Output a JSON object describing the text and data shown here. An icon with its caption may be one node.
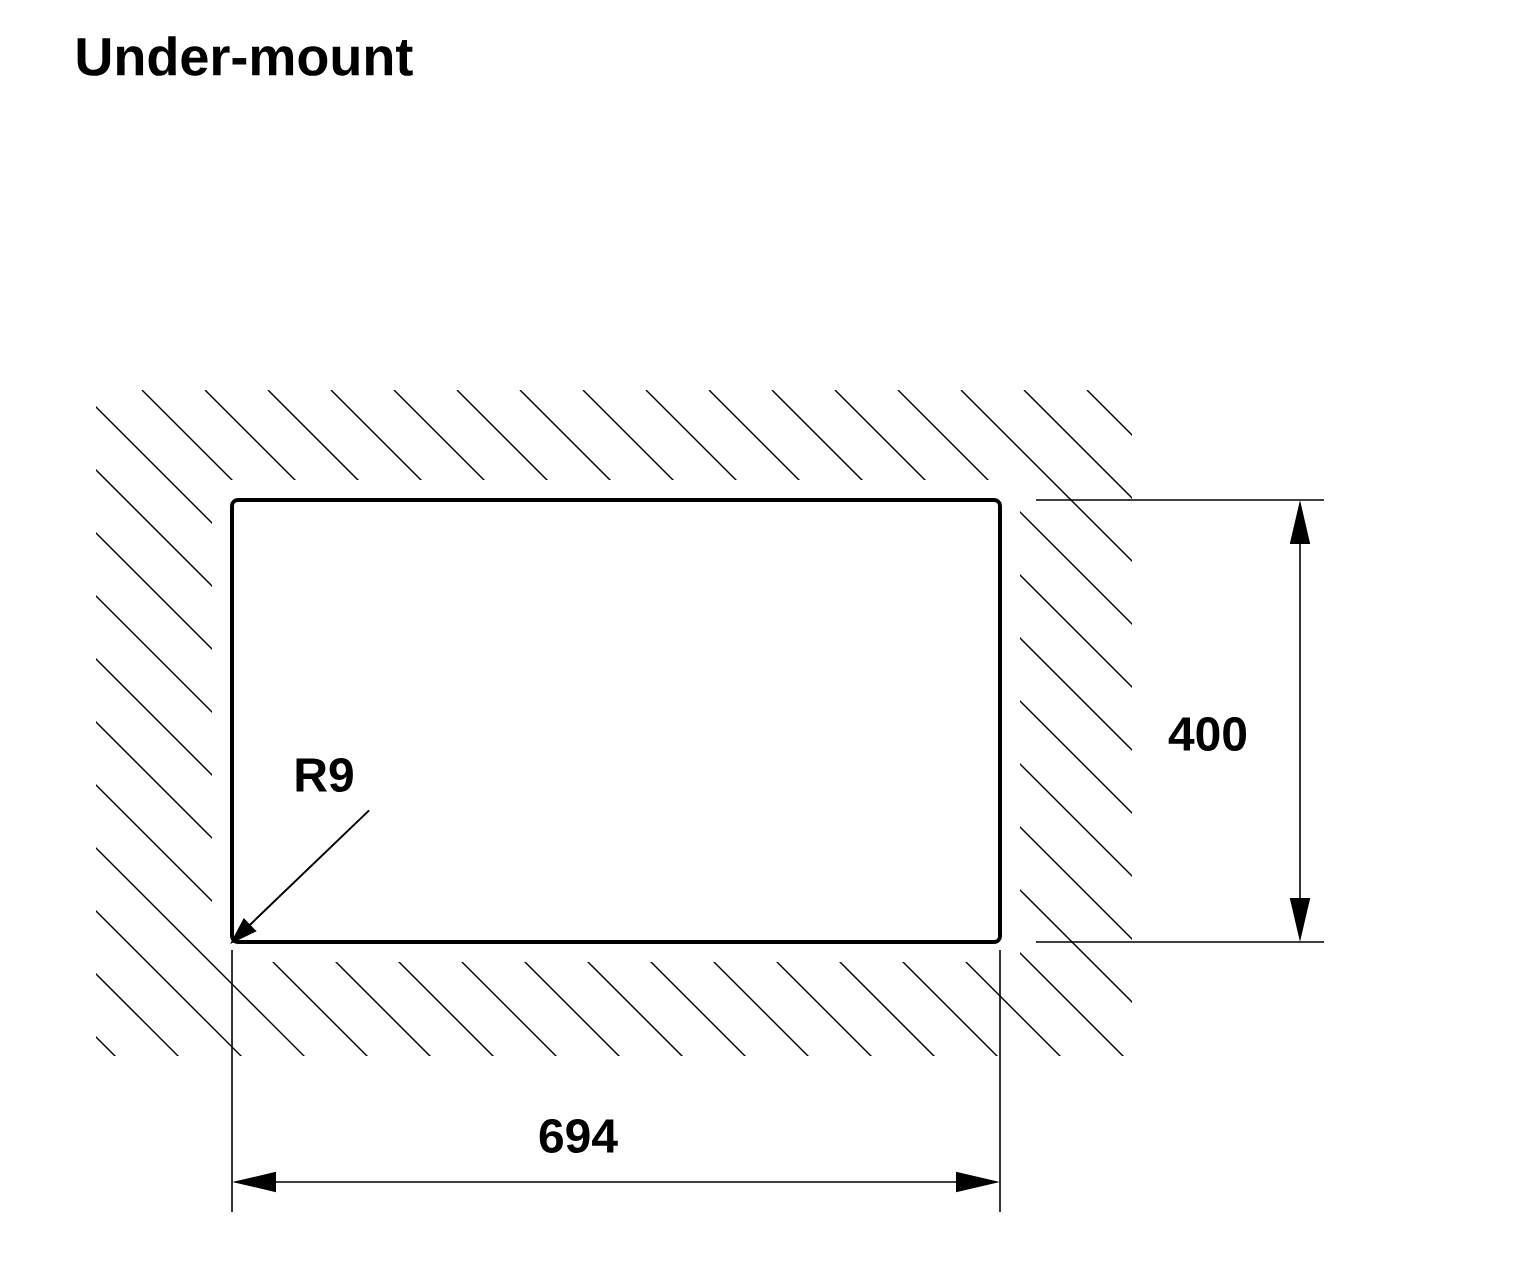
{
  "diagram": {
    "title": "Under-mount",
    "nodes": [
      {
        "text": [],
        "shape": "box"
      },
      {
        "text": [
          "R9"
        ],
        "in": 0
      }
    ],
    "edges": [
      {
        "from": 1,
        "to": 0,
        "arrow": "to"
      }
    ],
    "labels": [
      "400",
      "694"
    ]
  }
}
